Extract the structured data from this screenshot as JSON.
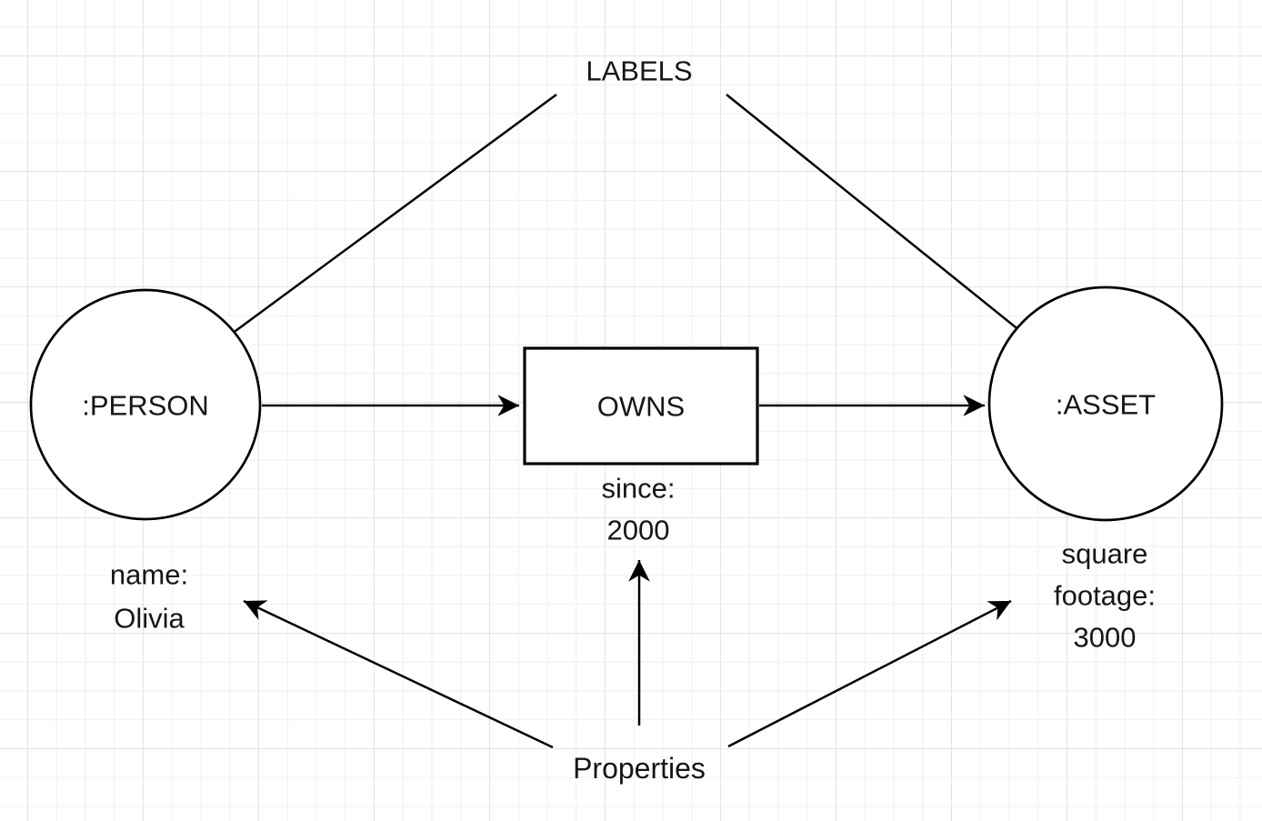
{
  "diagram": {
    "type": "graph-data-model",
    "annotations": {
      "labels": "LABELS",
      "properties": "Properties"
    },
    "nodes": [
      {
        "id": "person",
        "shape": "circle",
        "label": ":PERSON",
        "property_lines": [
          "name:",
          "Olivia"
        ]
      },
      {
        "id": "asset",
        "shape": "circle",
        "label": ":ASSET",
        "property_lines": [
          "square",
          "footage:",
          "3000"
        ]
      }
    ],
    "relationship": {
      "id": "owns",
      "shape": "rectangle",
      "label": "OWNS",
      "property_lines": [
        "since:",
        "2000"
      ]
    },
    "colors": {
      "stroke": "#000000",
      "text": "#161616",
      "shape_fill": "#ffffff",
      "background": "#ffffff",
      "grid_minor": "#efefef",
      "grid_major": "#e3e3e3"
    }
  }
}
